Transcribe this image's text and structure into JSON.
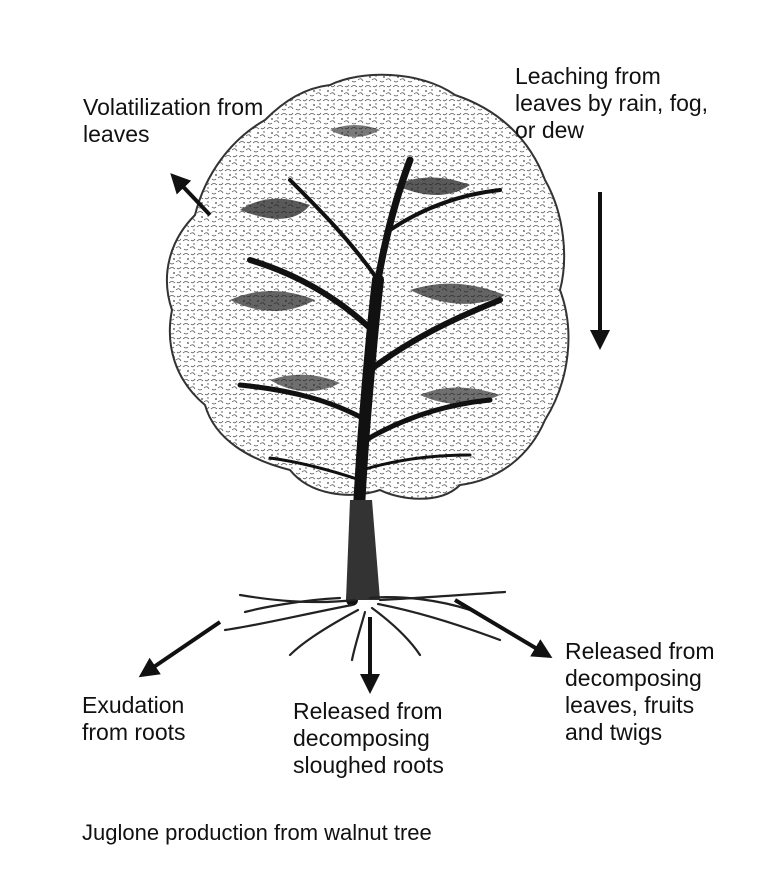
{
  "labels": {
    "volatilization": "Volatilization from\nleaves",
    "leaching": "Leaching from\nleaves by rain, fog,\nor dew",
    "exudation": "Exudation\nfrom roots",
    "sloughed_roots": "Released from\ndecomposing\nsloughed roots",
    "released_leaves": "Released from\ndecomposing\nleaves, fruits\nand twigs"
  },
  "caption": "Juglone production from walnut tree",
  "colors": {
    "ink": "#111111",
    "background": "#ffffff"
  }
}
